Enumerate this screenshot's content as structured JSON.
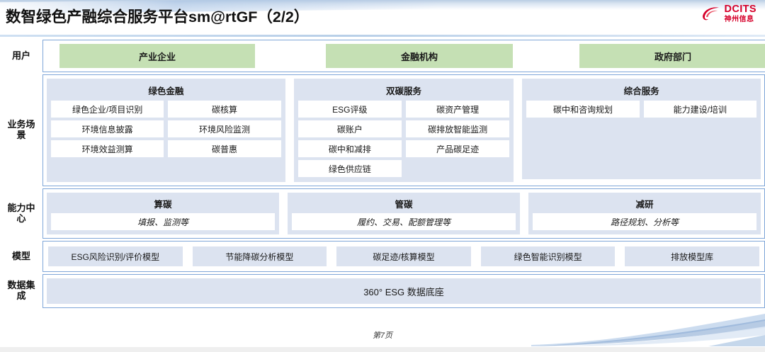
{
  "header": {
    "title": "数智绿色产融综合服务平台sm@rtGF（2/2）",
    "brand": {
      "name": "DCITS",
      "sub": "神州信息",
      "color": "#d6002a",
      "logo_icon": "dcits-swirl-logo"
    }
  },
  "bands": [
    {
      "label": "用户",
      "type": "chips",
      "chips": [
        "产业企业",
        "金融机构",
        "政府部门"
      ]
    },
    {
      "label": "业务场景",
      "type": "groups",
      "groups": [
        {
          "title": "绿色金融",
          "items": [
            "绿色企业/项目识别",
            "碳核算",
            "环境信息披露",
            "环境风险监测",
            "环境效益测算",
            "碳普惠"
          ]
        },
        {
          "title": "双碳服务",
          "items": [
            "ESG评级",
            "碳资产管理",
            "碳账户",
            "碳排放智能监测",
            "碳中和减排",
            "产品碳足迹",
            "绿色供应链"
          ]
        },
        {
          "title": "综合服务",
          "items": [
            "碳中和咨询规划",
            "能力建设/培训"
          ]
        }
      ]
    },
    {
      "label": "能力中心",
      "type": "capabilities",
      "groups": [
        {
          "title": "算碳",
          "sub": "填报、监测等"
        },
        {
          "title": "管碳",
          "sub": "履约、交易、配额管理等"
        },
        {
          "title": "减研",
          "sub": "路径规划、分析等"
        }
      ]
    },
    {
      "label": "模型",
      "type": "models",
      "models": [
        "ESG风险识别/评价模型",
        "节能降碳分析模型",
        "碳足迹/核算模型",
        "绿色智能识别模型",
        "排放模型库"
      ]
    },
    {
      "label": "数据集成",
      "type": "databar",
      "bar": "360° ESG 数据底座"
    }
  ],
  "footer": {
    "page_note": "第7页"
  },
  "colors": {
    "user_chip": "#c5e0b4",
    "panel": "#dce3f0",
    "border": "#7fa6d8",
    "brand": "#d6002a"
  }
}
